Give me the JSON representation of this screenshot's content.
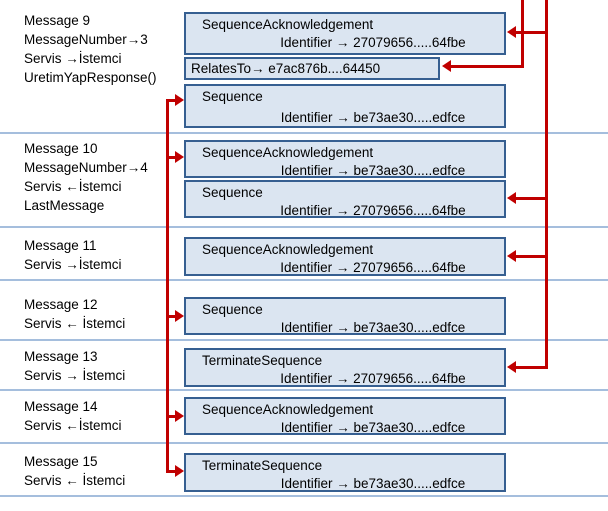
{
  "diagram": {
    "colors": {
      "connector_red": "#c00000",
      "box_fill": "#dbe5f1",
      "box_border": "#365f91",
      "divider_blue": "#a5bedd",
      "text": "#000000"
    },
    "sections": [
      {
        "labels": [
          "Message 9",
          "MessageNumber→3",
          "Servis →İstemci",
          "UretimYapResponse()"
        ],
        "boxes": [
          {
            "title": "SequenceAcknowledgement",
            "detail": "Identifier → 27079656.....64fbe"
          },
          {
            "title": "RelatesTo→ e7ac876b....64450"
          },
          {
            "title": "Sequence",
            "detail": "Identifier → be73ae30.....edfce"
          }
        ]
      },
      {
        "labels": [
          "Message 10",
          "MessageNumber→4",
          "Servis ←İstemci",
          "LastMessage"
        ],
        "boxes": [
          {
            "title": "SequenceAcknowledgement",
            "detail": "Identifier → be73ae30.....edfce"
          },
          {
            "title": "Sequence",
            "detail": "Identifier → 27079656.....64fbe"
          }
        ]
      },
      {
        "labels": [
          "Message 11",
          "Servis →İstemci"
        ],
        "boxes": [
          {
            "title": "SequenceAcknowledgement",
            "detail": "Identifier → 27079656.....64fbe"
          }
        ]
      },
      {
        "labels": [
          "Message 12",
          "Servis ← İstemci"
        ],
        "boxes": [
          {
            "title": "Sequence",
            "detail": "Identifier → be73ae30.....edfce"
          }
        ]
      },
      {
        "labels": [
          "Message 13",
          "Servis → İstemci"
        ],
        "boxes": [
          {
            "title": "TerminateSequence",
            "detail": "Identifier → 27079656.....64fbe"
          }
        ]
      },
      {
        "labels": [
          "Message 14",
          "Servis ←İstemci"
        ],
        "boxes": [
          {
            "title": "SequenceAcknowledgement",
            "detail": "Identifier → be73ae30.....edfce"
          }
        ]
      },
      {
        "labels": [
          "Message 15",
          "Servis ← İstemci"
        ],
        "boxes": [
          {
            "title": "TerminateSequence",
            "detail": "Identifier → be73ae30.....edfce"
          }
        ]
      }
    ]
  }
}
